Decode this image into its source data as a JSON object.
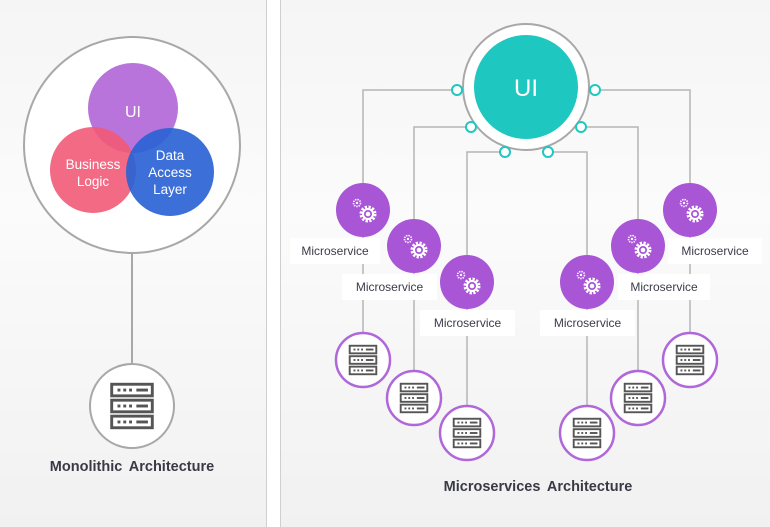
{
  "monolithic": {
    "title": "Monolithic Architecture",
    "layers": [
      {
        "label_lines": [
          "UI"
        ],
        "color": "#b065d6"
      },
      {
        "label_lines": [
          "Business",
          "Logic"
        ],
        "color": "#f25a78"
      },
      {
        "label_lines": [
          "Data",
          "Access",
          "Layer"
        ],
        "color": "#2b63d4"
      }
    ],
    "server_icon": "server-rack-icon"
  },
  "microservices": {
    "title": "Microservices Architecture",
    "ui_label": "UI",
    "ui_color": "#1ec8c0",
    "service_color": "#a855d6",
    "server_ring_color": "#b067d9",
    "services": [
      {
        "label": "Microservice",
        "icon": "gears-icon"
      },
      {
        "label": "Microservice",
        "icon": "gears-icon"
      },
      {
        "label": "Microservice",
        "icon": "gears-icon"
      },
      {
        "label": "Microservice",
        "icon": "gears-icon"
      },
      {
        "label": "Microservice",
        "icon": "gears-icon"
      },
      {
        "label": "Microservice",
        "icon": "gears-icon"
      }
    ]
  }
}
